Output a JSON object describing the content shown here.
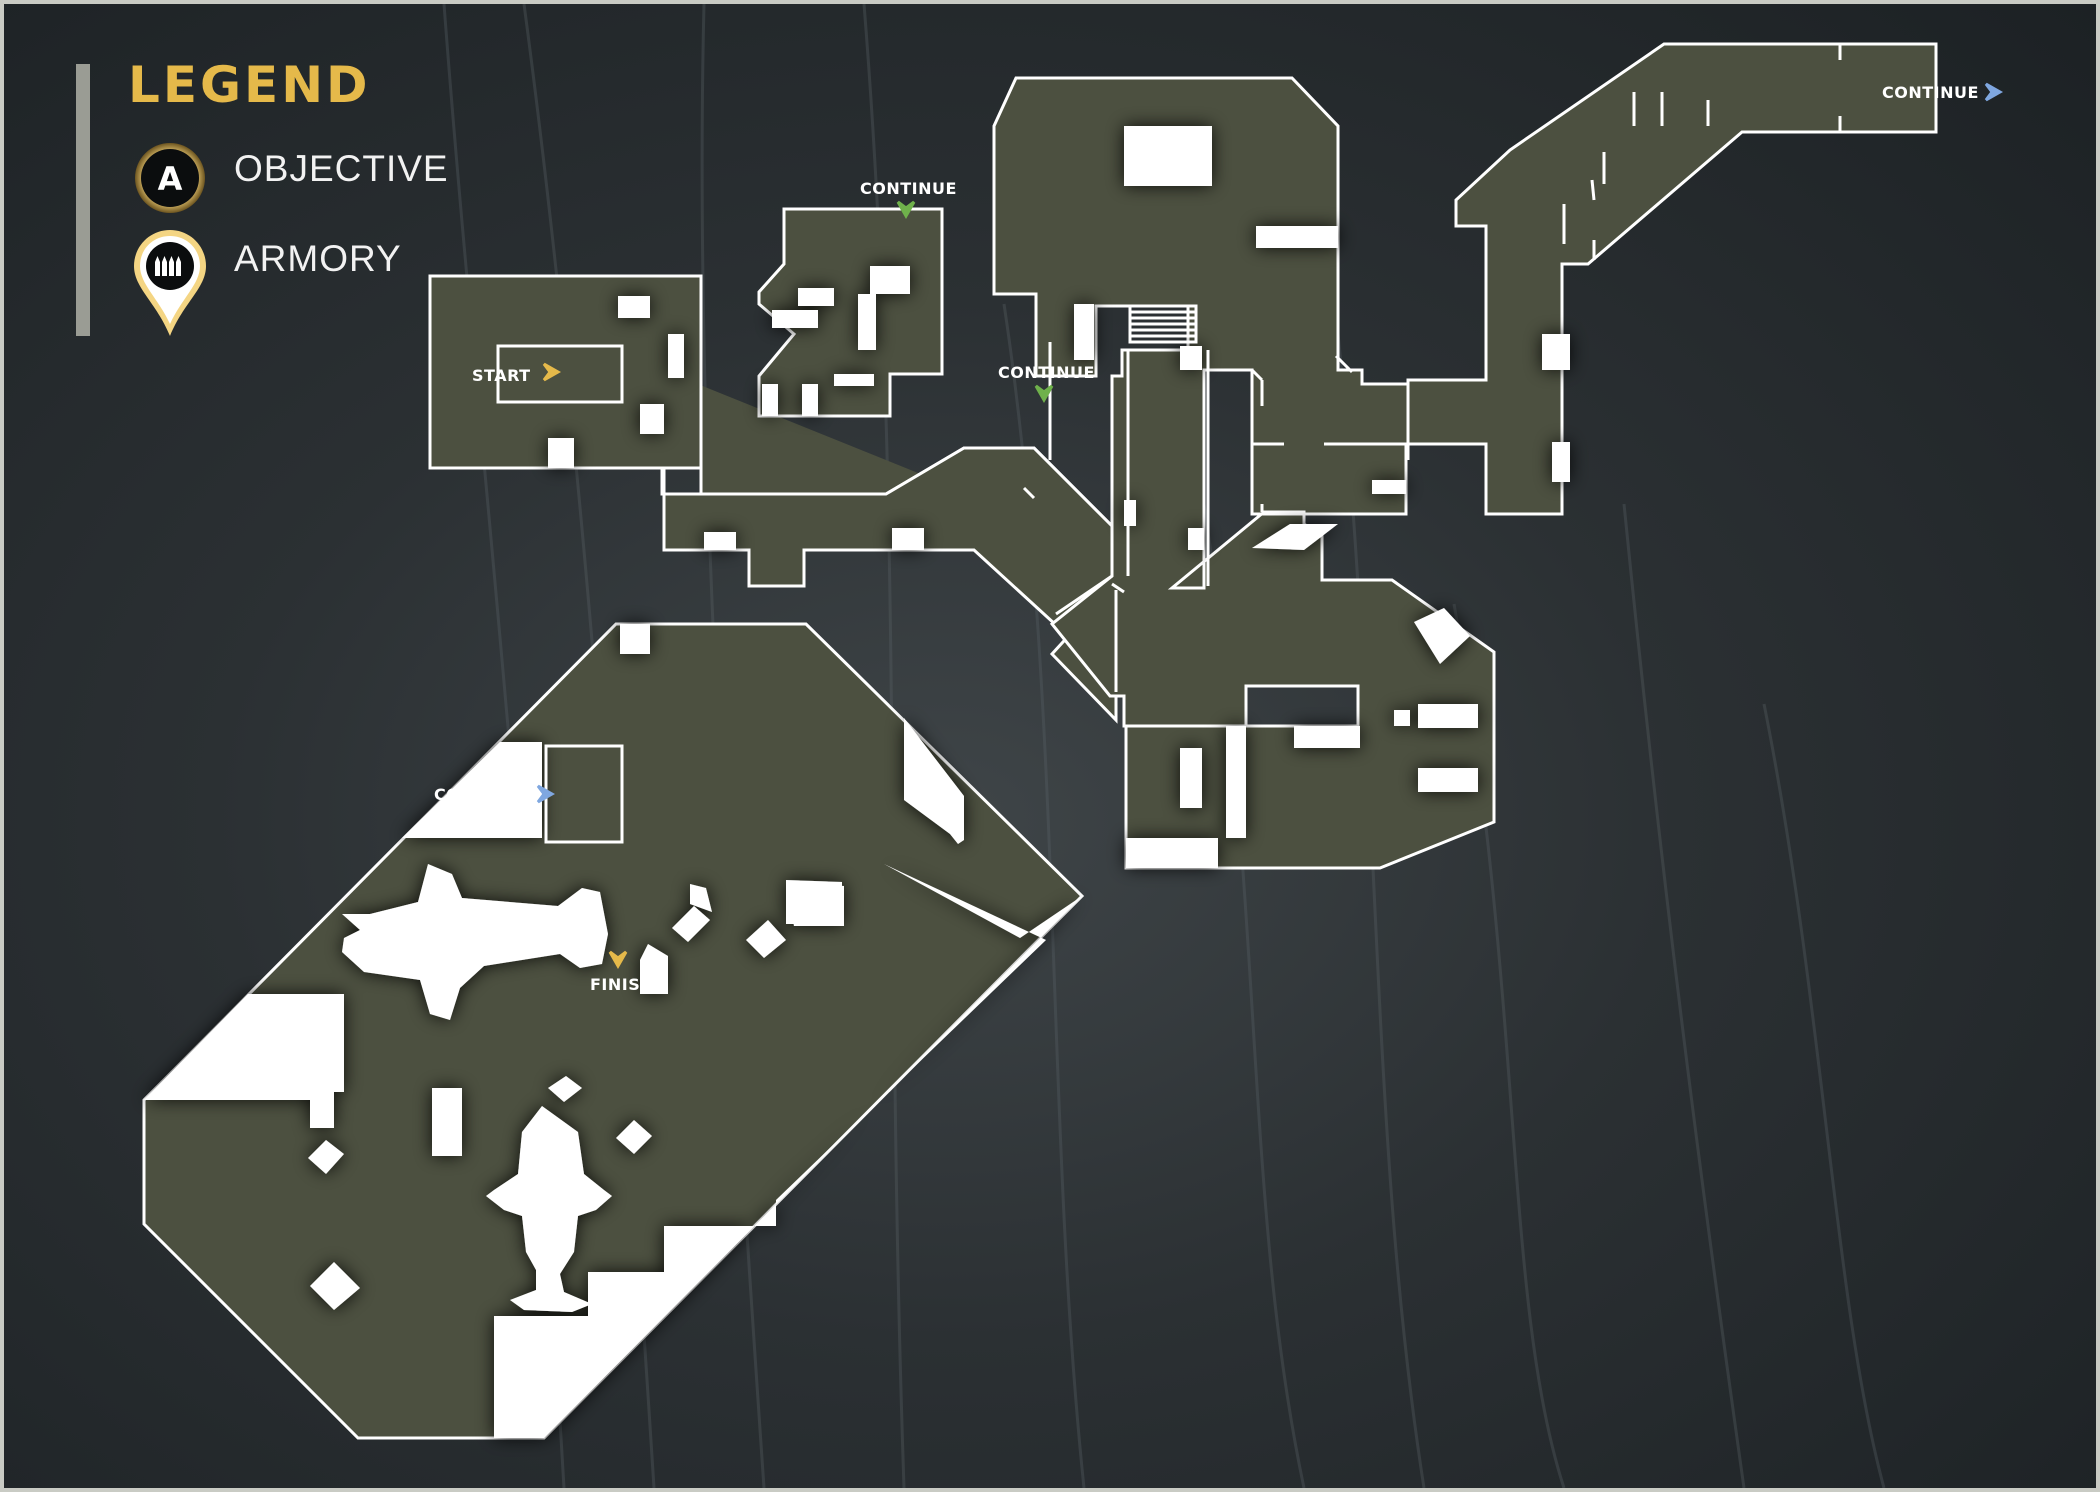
{
  "legend": {
    "title": "LEGEND",
    "items": [
      {
        "label": "OBJECTIVE",
        "icon": "objective-circle-icon",
        "glyph": "A"
      },
      {
        "label": "ARMORY",
        "icon": "armory-pin-icon"
      }
    ]
  },
  "map": {
    "labels": {
      "start": "START",
      "finish": "FINISH",
      "continue": "CONTINUE"
    }
  },
  "colors": {
    "floor": "#4c5040",
    "wall": "#ffffff",
    "legend_gold": "#e5b94a",
    "continue_green": "#6fb14b",
    "continue_blue": "#7fa7e0",
    "start_gold": "#e5b94a"
  }
}
